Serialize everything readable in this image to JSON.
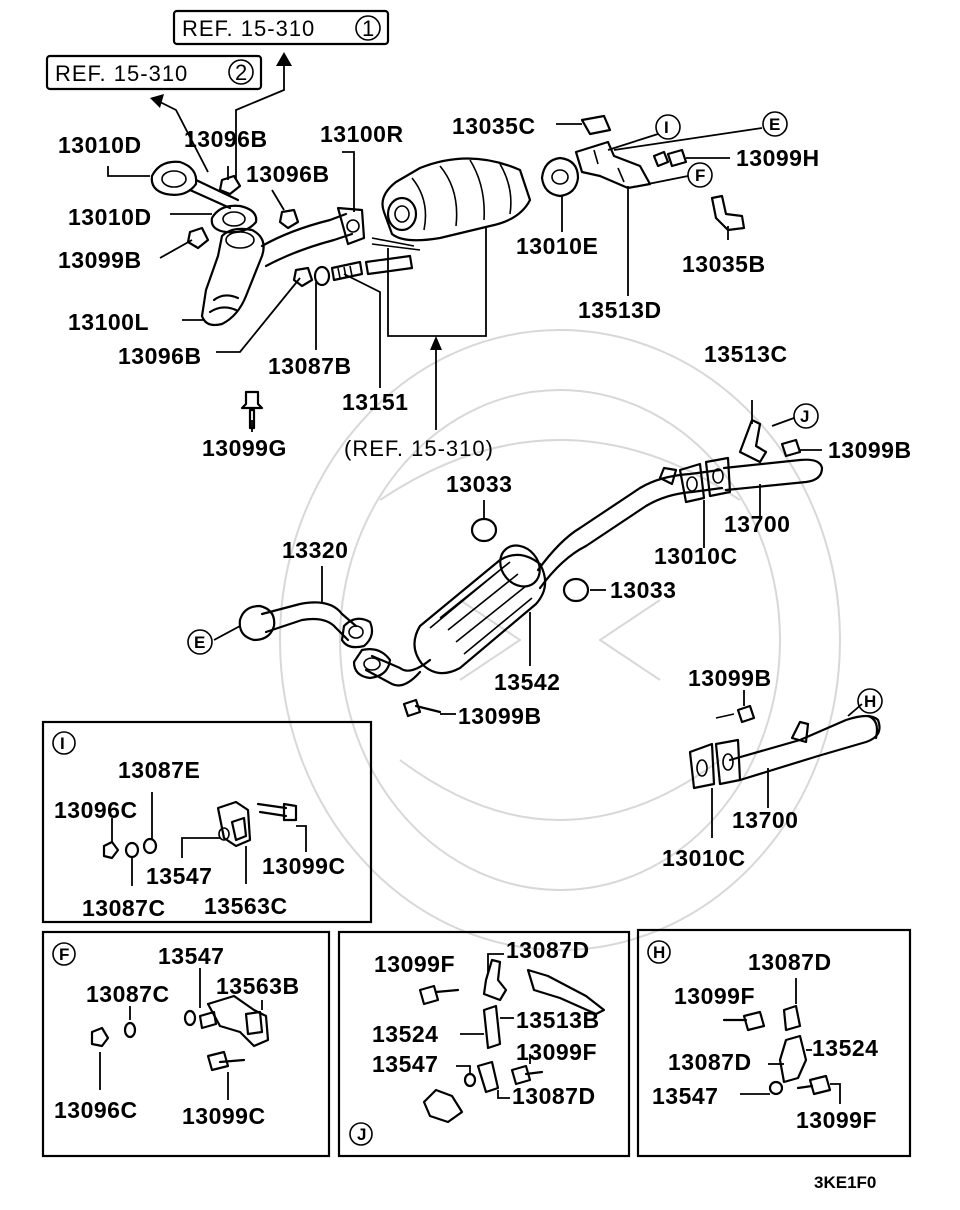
{
  "refs": {
    "ref1": "REF. 15-310",
    "ref1_num": "1",
    "ref2": "REF. 15-310",
    "ref2_num": "2",
    "ref3": "(REF. 15-310)"
  },
  "labels": {
    "p13010D_a": "13010D",
    "p13096B_a": "13096B",
    "p13096B_b": "13096B",
    "p13100R": "13100R",
    "p13010D_b": "13010D",
    "p13099B_a": "13099B",
    "p13100L": "13100L",
    "p13096B_c": "13096B",
    "p13087B": "13087B",
    "p13151": "13151",
    "p13099G": "13099G",
    "p13035C": "13035C",
    "p13099H": "13099H",
    "p13010E": "13010E",
    "p13035B": "13035B",
    "p13513D": "13513D",
    "p13513C": "13513C",
    "p13099B_b": "13099B",
    "p13700_a": "13700",
    "p13010C_a": "13010C",
    "p13033_a": "13033",
    "p13033_b": "13033",
    "p13320": "13320",
    "p13542": "13542",
    "p13099B_c": "13099B",
    "p13099B_d": "13099B",
    "p13700_b": "13700",
    "p13010C_b": "13010C"
  },
  "callouts": {
    "I": "I",
    "E": "E",
    "F": "F",
    "J": "J",
    "H": "H",
    "E2": "E"
  },
  "detail_I": {
    "letter": "I",
    "p13087E": "13087E",
    "p13096C": "13096C",
    "p13547": "13547",
    "p13099C": "13099C",
    "p13087C": "13087C",
    "p13563C": "13563C"
  },
  "detail_F": {
    "letter": "F",
    "p13547": "13547",
    "p13087C": "13087C",
    "p13563B": "13563B",
    "p13096C": "13096C",
    "p13099C": "13099C"
  },
  "detail_J": {
    "letter": "J",
    "p13099F_a": "13099F",
    "p13087D_a": "13087D",
    "p13524": "13524",
    "p13513B": "13513B",
    "p13099F_b": "13099F",
    "p13547": "13547",
    "p13087D_b": "13087D"
  },
  "detail_H": {
    "letter": "H",
    "p13087D_a": "13087D",
    "p13099F_a": "13099F",
    "p13524": "13524",
    "p13087D_b": "13087D",
    "p13547": "13547",
    "p13099F_b": "13099F"
  },
  "footer": {
    "code": "3KE1F0"
  }
}
